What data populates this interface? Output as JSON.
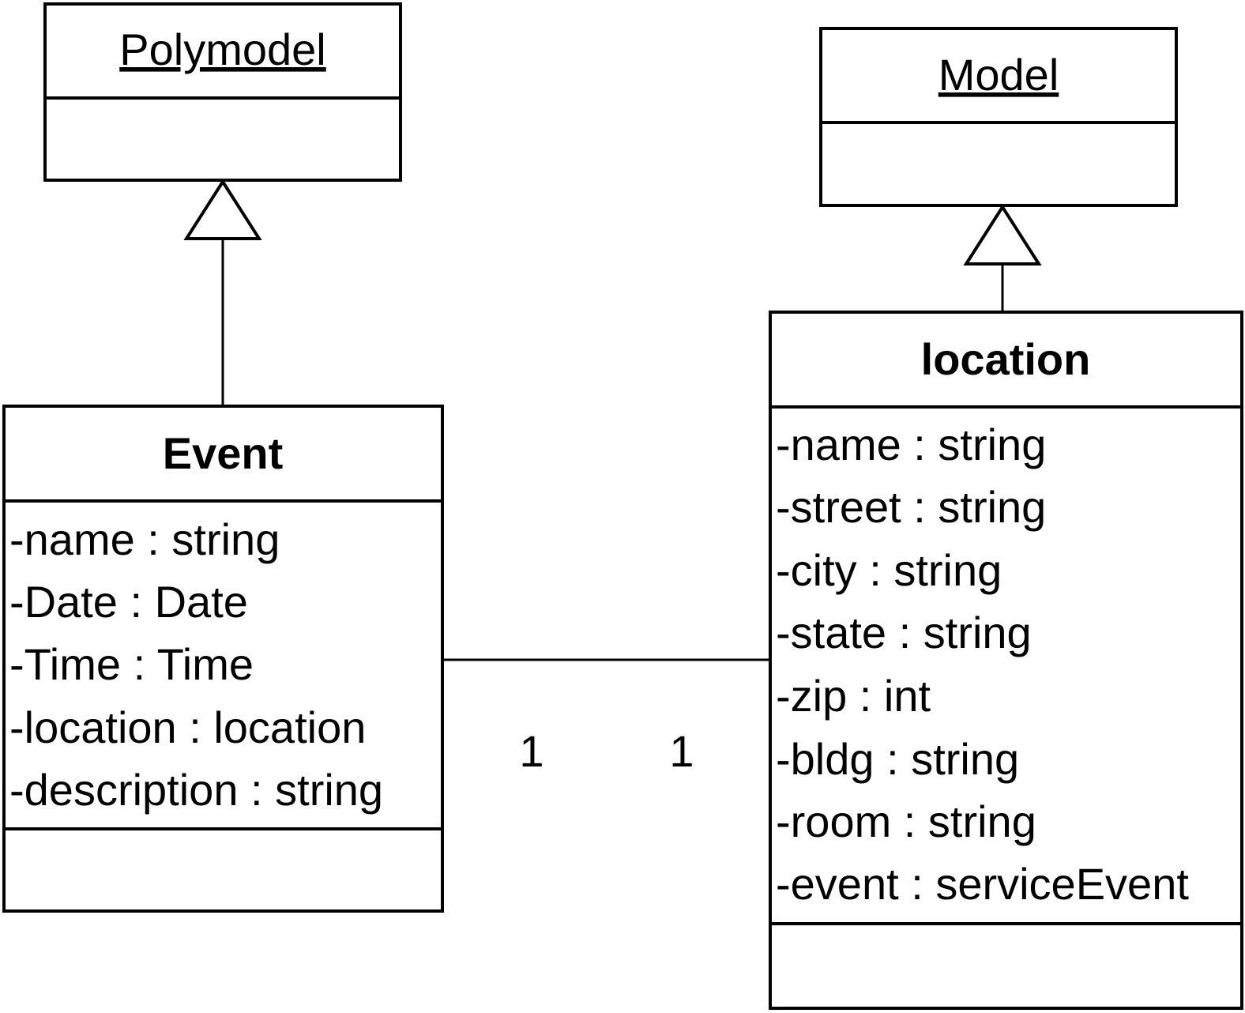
{
  "classes": {
    "polymodel": {
      "title": "Polymodel",
      "attributes": []
    },
    "model": {
      "title": "Model",
      "attributes": []
    },
    "event": {
      "title": "Event",
      "attributes": [
        "-name : string",
        "-Date : Date",
        "-Time : Time",
        "-location : location",
        "-description : string"
      ]
    },
    "location": {
      "title": "location",
      "attributes": [
        "-name : string",
        "-street : string",
        "-city : string",
        "-state : string",
        "-zip : int",
        "-bldg : string",
        "-room : string",
        "-event : serviceEvent"
      ]
    }
  },
  "association": {
    "event_multiplicity": "1",
    "location_multiplicity": "1"
  }
}
